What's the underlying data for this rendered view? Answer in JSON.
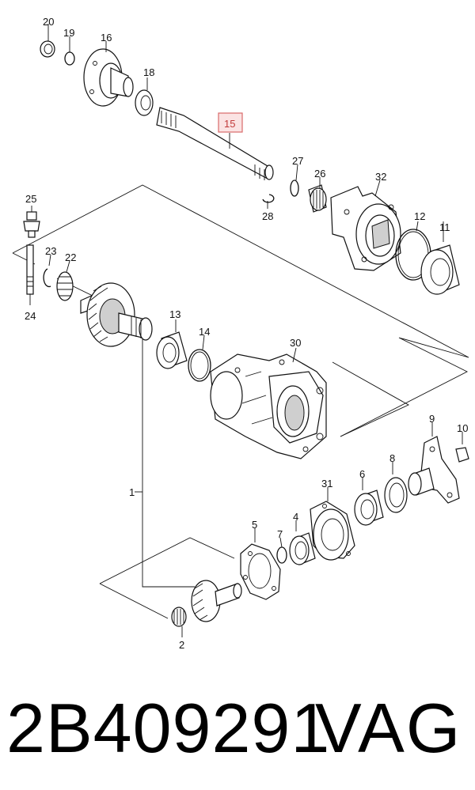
{
  "diagram": {
    "callouts": {
      "c1": "1",
      "c2": "2",
      "c4": "4",
      "c5": "5",
      "c6": "6",
      "c7": "7",
      "c8": "8",
      "c9": "9",
      "c10": "10",
      "c11": "11",
      "c12": "12",
      "c13": "13",
      "c14": "14",
      "c15": "15",
      "c16": "16",
      "c18": "18",
      "c19": "19",
      "c20": "20",
      "c22": "22",
      "c23": "23",
      "c24": "24",
      "c25": "25",
      "c26": "26",
      "c27": "27",
      "c28": "28",
      "c30": "30",
      "c31": "31",
      "c32": "32"
    },
    "highlighted_part": "15",
    "highlight_color": "#d96a6a"
  },
  "footer": {
    "part_number": "2B409291",
    "brand": "VAG"
  }
}
